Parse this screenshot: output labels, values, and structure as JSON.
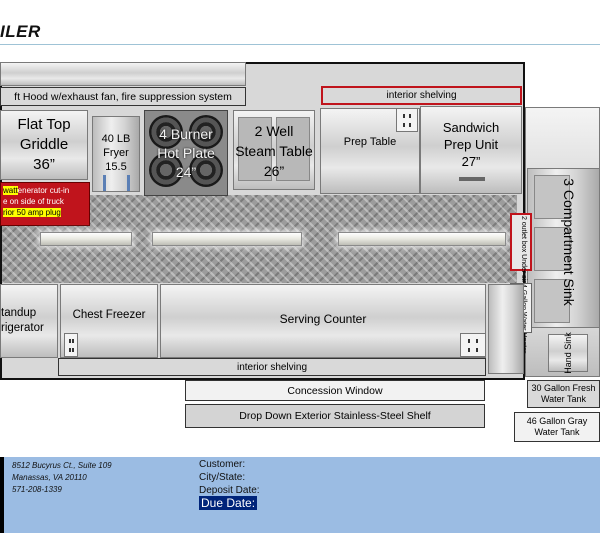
{
  "title": "ILER",
  "labels": {
    "hood": "ft Hood w/exhaust fan, fire suppression system",
    "interior_shelving_top": "interior shelving",
    "interior_shelving_bottom": "interior shelving",
    "concession_window": "Concession Window",
    "drop_down_shelf": "Drop Down Exterior Stainless-Steel Shelf",
    "water_fresh": "30 Gallon Fresh Water Tank",
    "water_gray": "46 Gallon Gray Water Tank"
  },
  "equipment": {
    "griddle": [
      "Flat Top",
      "Griddle",
      "36”"
    ],
    "fryer": [
      "40 LB",
      "Fryer",
      "15.5"
    ],
    "hot_plate": [
      "4 Burner",
      "Hot Plate",
      "24”"
    ],
    "steam_table": [
      "2 Well",
      "Steam Table",
      "26”"
    ],
    "prep_table": "Prep Table",
    "sandwich": [
      "Sandwich",
      "Prep Unit",
      "27”"
    ],
    "compartment_sink": "3 Compartment Sink",
    "outlet_box": "2 outlet box Under sink",
    "water_heater": "4 Gallon Water Heater",
    "hand_sink": "Hand Sink",
    "refrigerator": [
      "tandup",
      "rigerator"
    ],
    "chest_freezer": "Chest Freezer",
    "serving_counter": "Serving Counter"
  },
  "generator": {
    "line1_prefix": "watt",
    "line1_rest": "enerator cut-in",
    "line2": "e on side of truck",
    "line3": "rior 50 amp plug"
  },
  "address": {
    "line1": "8512 Bucyrus Ct., Suite 109",
    "line2": "Manassas, VA 20110",
    "line3": "571-208-1339"
  },
  "customer": {
    "customer_label": "Customer:",
    "city_label": "City/State:",
    "deposit_label": "Deposit Date:",
    "due_label": "Due Date:"
  },
  "colors": {
    "highlight_red": "#c0141c",
    "highlight_yellow": "#ffff00",
    "info_band": "#9bbce3",
    "due_date_bg": "#00247a"
  }
}
